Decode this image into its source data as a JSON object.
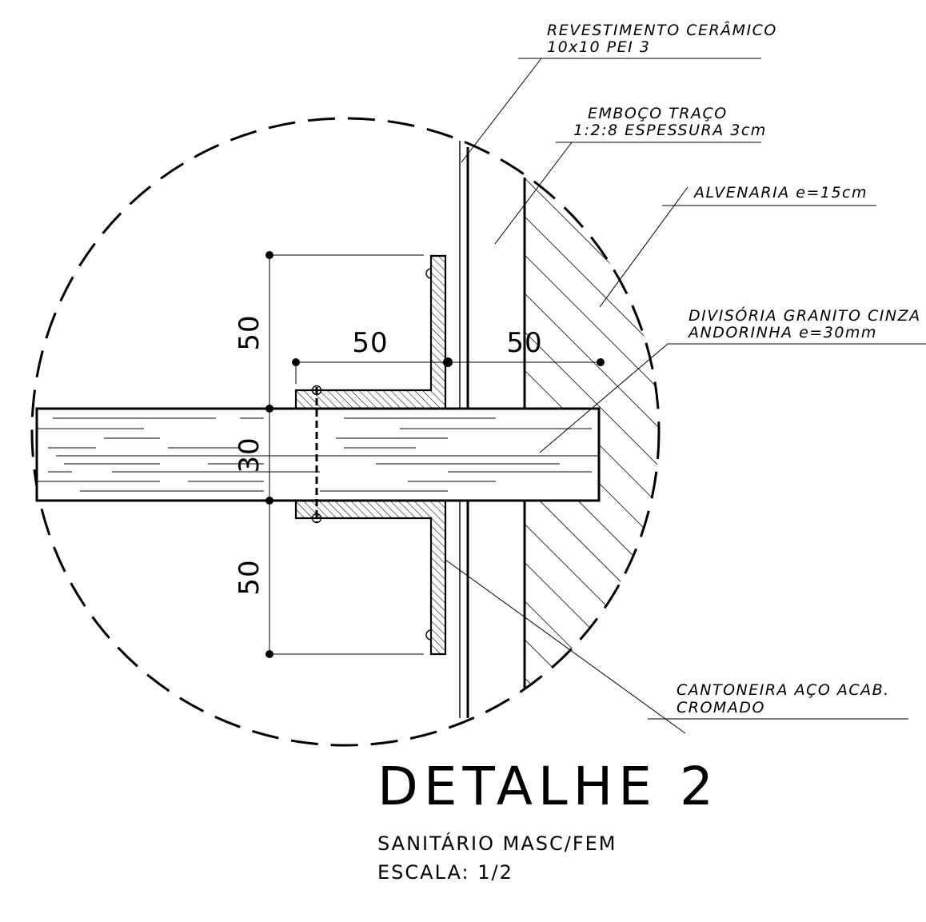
{
  "labels": {
    "revestimento_line1": "REVESTIMENTO CERÂMICO",
    "revestimento_line2": "10x10 PEI 3",
    "emboco_line1": "EMBOÇO TRAÇO",
    "emboco_line2": "1:2:8 ESPESSURA 3cm",
    "alvenaria": "ALVENARIA e=15cm",
    "divisoria_line1": "DIVISÓRIA GRANITO CINZA",
    "divisoria_line2": "ANDORINHA e=30mm",
    "cantoneira_line1": "CANTONEIRA AÇO ACAB.",
    "cantoneira_line2": "CROMADO"
  },
  "dimensions": {
    "top_vertical": "50",
    "horizontal_left": "50",
    "horizontal_right": "50",
    "thickness": "30",
    "bottom_vertical": "50"
  },
  "title": {
    "main": "DETALHE 2",
    "room": "SANITÁRIO MASC/FEM",
    "scale": "ESCALA: 1/2"
  }
}
